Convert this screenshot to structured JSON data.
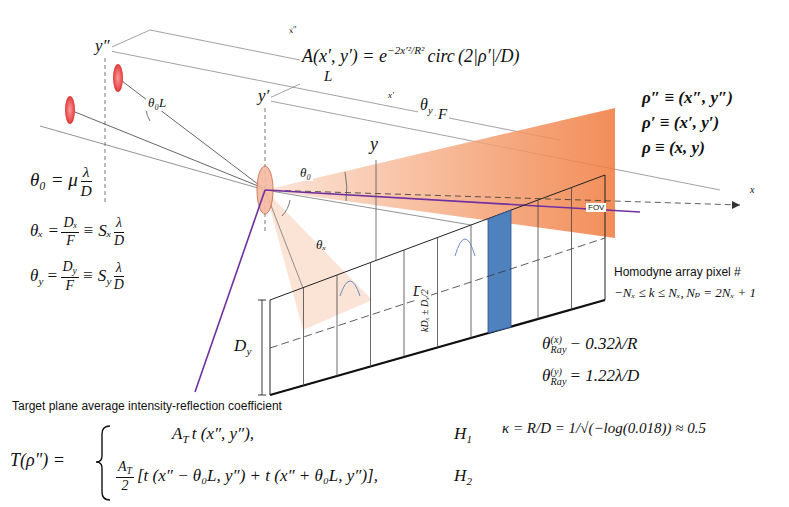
{
  "diagram": {
    "labels": [
      "y″",
      "y′",
      "x″",
      "L",
      "x′",
      "F",
      "θ₀L",
      "θ",
      "y",
      "y",
      "θ₀",
      "θₓ",
      "D",
      "kDₓ ± Dₓ/2",
      "D",
      "y",
      "FOV",
      "x",
      "ρ″ ≡ (x″, y″)",
      "ρ′ ≡ (x′, y′)",
      "ρ ≡ (x, y)",
      "A(x′, y′) = e",
      "−2x′²/R²",
      "circ",
      "(2|ρ′|/D)",
      "θ₀ = μ",
      "λ",
      "D",
      "θₓ =",
      "Dₓ",
      "F",
      "≡ Sₓ",
      "λ",
      "D",
      "θ",
      "y",
      "=",
      "D",
      "y",
      "F",
      "≡ S",
      "y",
      "λ",
      "D",
      "Homodyne array pixel #",
      "−Nₓ ≤ k ≤ Nₓ,",
      "Nₚ = 2Nₓ + 1",
      "θ",
      "(x)",
      "Ray",
      "− 0.32λ/R",
      "θ",
      "(y)",
      "Ray",
      "= 1.22λ/D",
      "Target plane average intensity-reflection coefficient",
      "κ = R/D = 1/√(−log(0.018)) ≈ 0.5",
      "T(ρ″) =",
      "A",
      "T",
      "t (x″, y″),",
      "H",
      "1",
      "A",
      "T",
      "2",
      "[t (x″ − θ₀L, y″) + t (x″ + θ₀L, y″)],",
      "H",
      "2"
    ]
  }
}
